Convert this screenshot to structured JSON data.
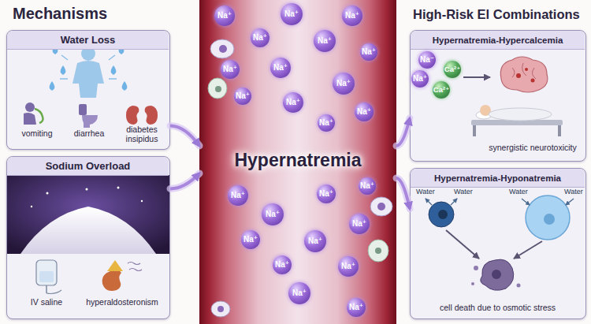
{
  "diagram": {
    "nodes": [
      {
        "text": [
          "Water Loss",
          "vomiting",
          "diarrhea",
          "diabetes insipidus"
        ]
      },
      {
        "text": [
          "Sodium Overload",
          "IV saline",
          "hyperaldosteronism"
        ]
      },
      {
        "text": [
          "Hypernatremia"
        ]
      },
      {
        "text": [
          "Hypernatremia-Hypercalcemia",
          "synergistic neurotoxicity"
        ]
      },
      {
        "text": [
          "Hypernatremia-Hyponatremia",
          "cell death due to osmotic stress"
        ]
      }
    ],
    "edges": [
      {
        "from": 0,
        "to": 2,
        "arrow": "to"
      },
      {
        "from": 1,
        "to": 2,
        "arrow": "to"
      },
      {
        "from": 2,
        "to": 3,
        "arrow": "to"
      },
      {
        "from": 2,
        "to": 4,
        "arrow": "to"
      }
    ],
    "labels": [
      "Mechanisms",
      "High-Risk El Combinations",
      "Na⁺",
      "Na⁺",
      "Na⁺",
      "Na⁺",
      "Na⁺",
      "Na⁺",
      "Na⁺",
      "Na⁺",
      "Na⁺",
      "Na⁺",
      "Na⁺",
      "Na⁺",
      "Na⁺",
      "Na⁺",
      "Na⁺",
      "Na⁺",
      "Na⁺",
      "Na⁺",
      "Na⁺",
      "Na⁺",
      "Na⁺",
      "Na⁺",
      "Na⁺",
      "Na⁺",
      "Na⁻",
      "Na⁺",
      "Ca²⁺",
      "Ca²⁺",
      "Water",
      "Water",
      "Water",
      "Water"
    ]
  }
}
